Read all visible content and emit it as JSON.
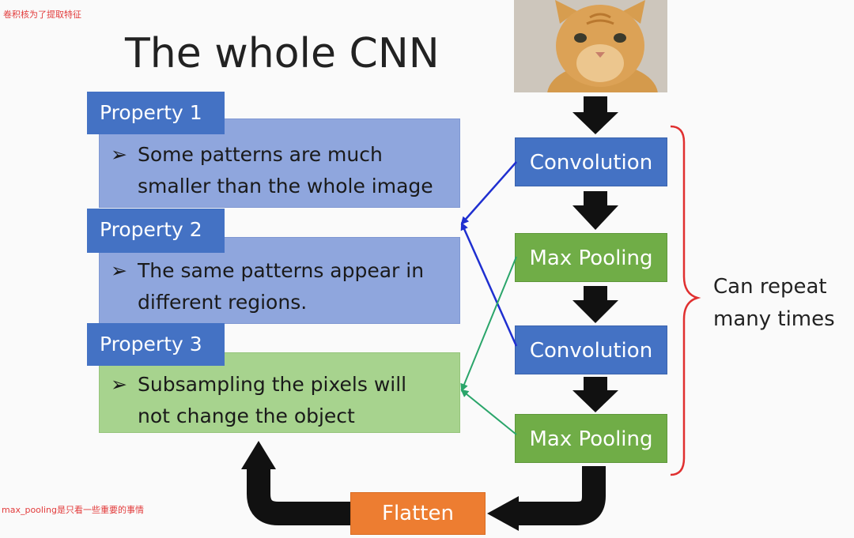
{
  "watermark_top": "卷积核为了提取特征",
  "watermark_bottom": "max_pooling是只看一些重要的事情",
  "title": "The whole CNN",
  "properties": [
    {
      "label": "Property 1",
      "lines": [
        "Some patterns are much",
        "smaller than the whole image"
      ]
    },
    {
      "label": "Property 2",
      "lines": [
        "The same patterns appear in",
        "different regions."
      ]
    },
    {
      "label": "Property 3",
      "lines": [
        "Subsampling the pixels will",
        "not change the object"
      ]
    }
  ],
  "bullet_glyph": "➢",
  "pipeline": [
    "Convolution",
    "Max Pooling",
    "Convolution",
    "Max Pooling"
  ],
  "flatten_label": "Flatten",
  "repeat_note": [
    "Can repeat",
    "many times"
  ],
  "colors": {
    "property_blue": "#8fa6dd",
    "property_green": "#a7d38e",
    "tab_blue": "#4472c4",
    "convolution": "#4472c4",
    "max_pooling": "#70ad47",
    "flatten": "#ed7d31",
    "brace": "#e03030",
    "link_blue": "#1f2fd0",
    "link_green": "#2aa56a"
  },
  "image_subject": "kitten photo"
}
